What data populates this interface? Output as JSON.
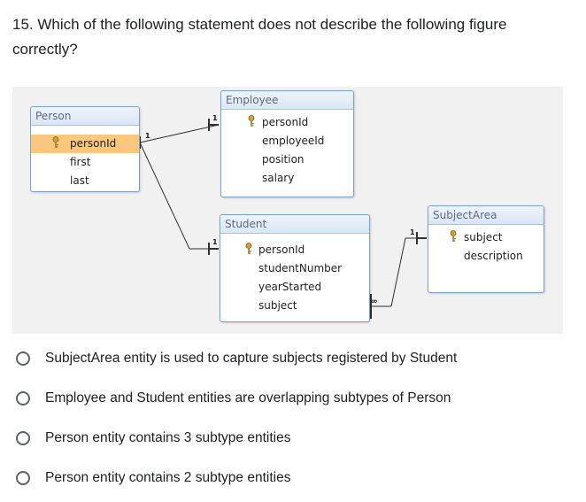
{
  "question": {
    "text": "15. Which of the following statement does not describe the following figure correctly?"
  },
  "diagram": {
    "entities": {
      "person": {
        "title": "Person",
        "fields": [
          "personId",
          "first",
          "last"
        ]
      },
      "employee": {
        "title": "Employee",
        "fields": [
          "personId",
          "employeeId",
          "position",
          "salary"
        ]
      },
      "student": {
        "title": "Student",
        "fields": [
          "personId",
          "studentNumber",
          "yearStarted",
          "subject"
        ]
      },
      "subjectarea": {
        "title": "SubjectArea",
        "fields": [
          "subject",
          "description"
        ]
      }
    },
    "cardinality": {
      "person_side": "1",
      "employee_side": "1",
      "student_side": "1",
      "subjectarea_side": "1",
      "many_side": "∞"
    }
  },
  "options": [
    {
      "label": "SubjectArea entity is used to capture subjects registered by Student"
    },
    {
      "label": "Employee and Student entities are overlapping subtypes of Person"
    },
    {
      "label": "Person entity contains 3 subtype entities"
    },
    {
      "label": "Person entity contains 2 subtype entities"
    }
  ]
}
